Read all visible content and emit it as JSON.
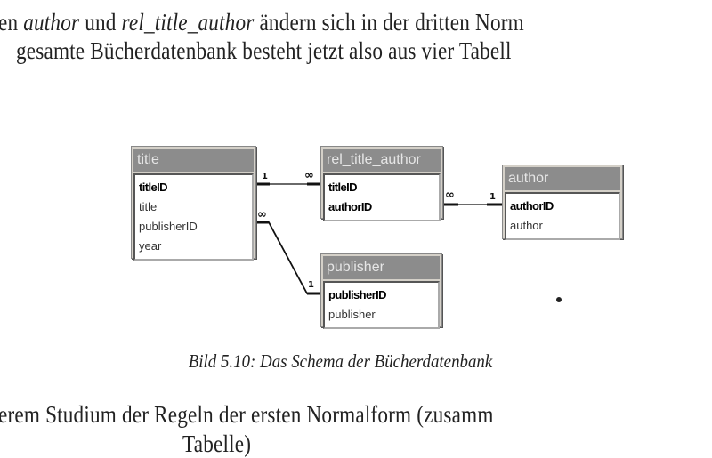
{
  "text": {
    "line1": {
      "pre": "en ",
      "i1": "author",
      "mid": " und ",
      "i2": "rel_title_author",
      "post": " ändern sich in der dritten Norm"
    },
    "line2": "gesamte Bücherdatenbank besteht jetzt also aus vier Tabell",
    "line3": "erem Studium der Regeln der ersten Normalform (zusamm",
    "line4": "Tabelle)"
  },
  "caption": "Bild 5.10: Das Schema der Bücherdatenbank",
  "diagram": {
    "tables": [
      {
        "name": "title",
        "fields": [
          {
            "label": "titleID",
            "key": true
          },
          {
            "label": "title"
          },
          {
            "label": "publisherID"
          },
          {
            "label": "year"
          }
        ]
      },
      {
        "name": "rel_title_author",
        "fields": [
          {
            "label": "titleID",
            "key": true
          },
          {
            "label": "authorID",
            "key": true
          }
        ]
      },
      {
        "name": "author",
        "fields": [
          {
            "label": "authorID",
            "key": true
          },
          {
            "label": "author"
          }
        ]
      },
      {
        "name": "publisher",
        "fields": [
          {
            "label": "publisherID",
            "key": true
          },
          {
            "label": "publisher"
          }
        ]
      }
    ],
    "relations": [
      {
        "from": "title",
        "to": "rel_title_author",
        "from_card": "1",
        "to_card": "∞"
      },
      {
        "from": "title",
        "to": "publisher",
        "from_card": "∞",
        "to_card": "1"
      },
      {
        "from": "rel_title_author",
        "to": "author",
        "from_card": "∞",
        "to_card": "1"
      }
    ]
  }
}
